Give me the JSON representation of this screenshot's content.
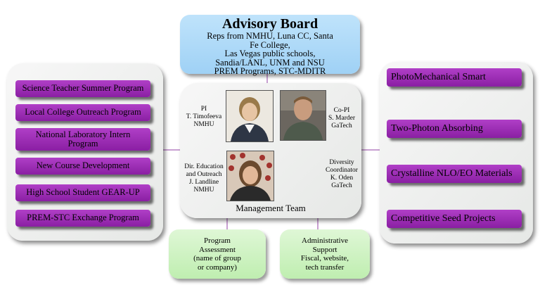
{
  "advisory_board": {
    "title": "Advisory Board",
    "lines": [
      "Reps from NMHU, Luna CC, Santa",
      "Fe College,",
      "Las Vegas public schools,",
      "Sandia/LANL, UNM and NSU",
      "PREM Programs, STC-MDITR"
    ]
  },
  "left_programs": [
    "Science Teacher Summer Program",
    "Local College Outreach Program",
    "National Laboratory Intern Program",
    "New Course Development",
    "High School Student GEAR-UP",
    "PREM-STC Exchange Program"
  ],
  "right_projects": [
    "PhotoMechanical Smart",
    "Two-Photon Absorbing",
    "Crystalline NLO/EO Materials",
    "Competitive Seed Projects"
  ],
  "management": {
    "title": "Management Team",
    "pi": [
      "PI",
      "T. Timofeeva",
      "NMHU"
    ],
    "copi": [
      "Co-PI",
      "S. Marder",
      "GaTech"
    ],
    "education": [
      "Dir. Education",
      "and Outreach",
      "J. Landline",
      "NMHU"
    ],
    "diversity": [
      "Diversity",
      "Coordinator",
      "K. Oden",
      "GaTech"
    ]
  },
  "program_assessment": [
    "Program",
    "Assessment",
    "(name of group",
    "or company)"
  ],
  "administrative_support": [
    "Administrative",
    "Support",
    "Fiscal, website,",
    "tech transfer"
  ],
  "colors": {
    "purple": "#9b2fb5",
    "advisory_blue": "#a8d7f7",
    "green_box": "#cdf2c0",
    "panel_gray": "#eeeeee",
    "connector": "#c9a0d2"
  }
}
